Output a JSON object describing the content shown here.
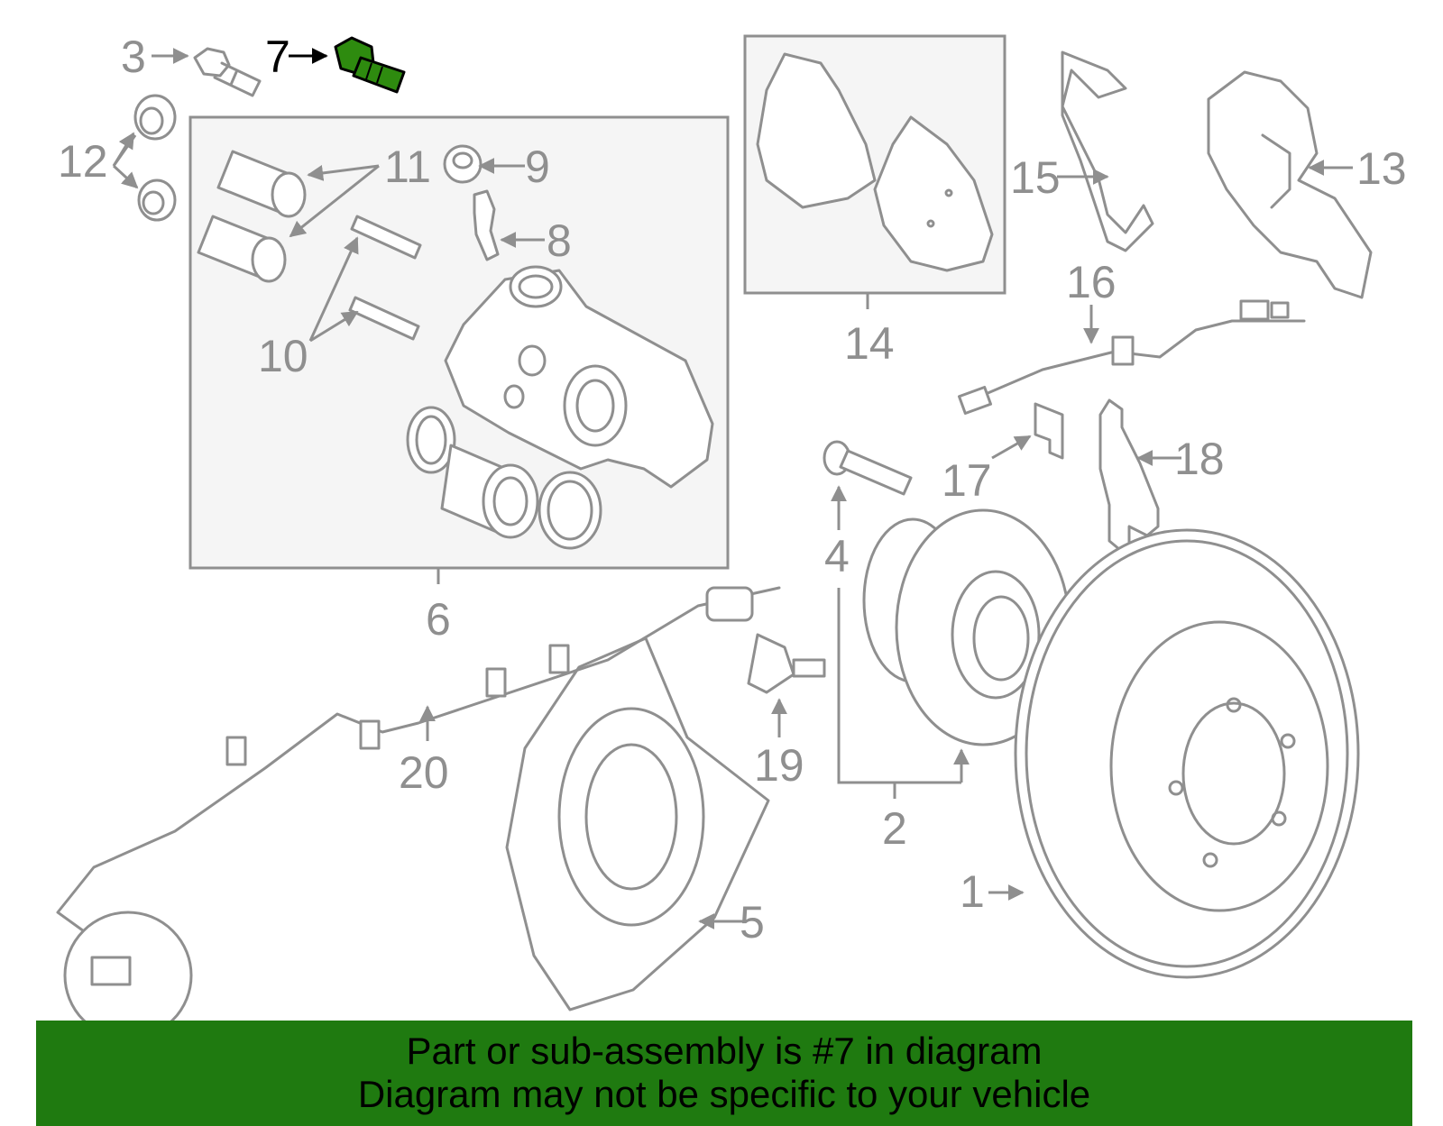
{
  "highlight_color": "#2e8b0f",
  "banner_color": "#1f7a10",
  "callouts": {
    "c1": "1",
    "c2": "2",
    "c3": "3",
    "c4": "4",
    "c5": "5",
    "c6": "6",
    "c7": "7",
    "c8": "8",
    "c9": "9",
    "c10": "10",
    "c11": "11",
    "c12": "12",
    "c13": "13",
    "c14": "14",
    "c15": "15",
    "c16": "16",
    "c17": "17",
    "c18": "18",
    "c19": "19",
    "c20": "20"
  },
  "banner": {
    "line1": "Part or sub-assembly is #7 in diagram",
    "line2": "Diagram may not be specific to your vehicle"
  }
}
